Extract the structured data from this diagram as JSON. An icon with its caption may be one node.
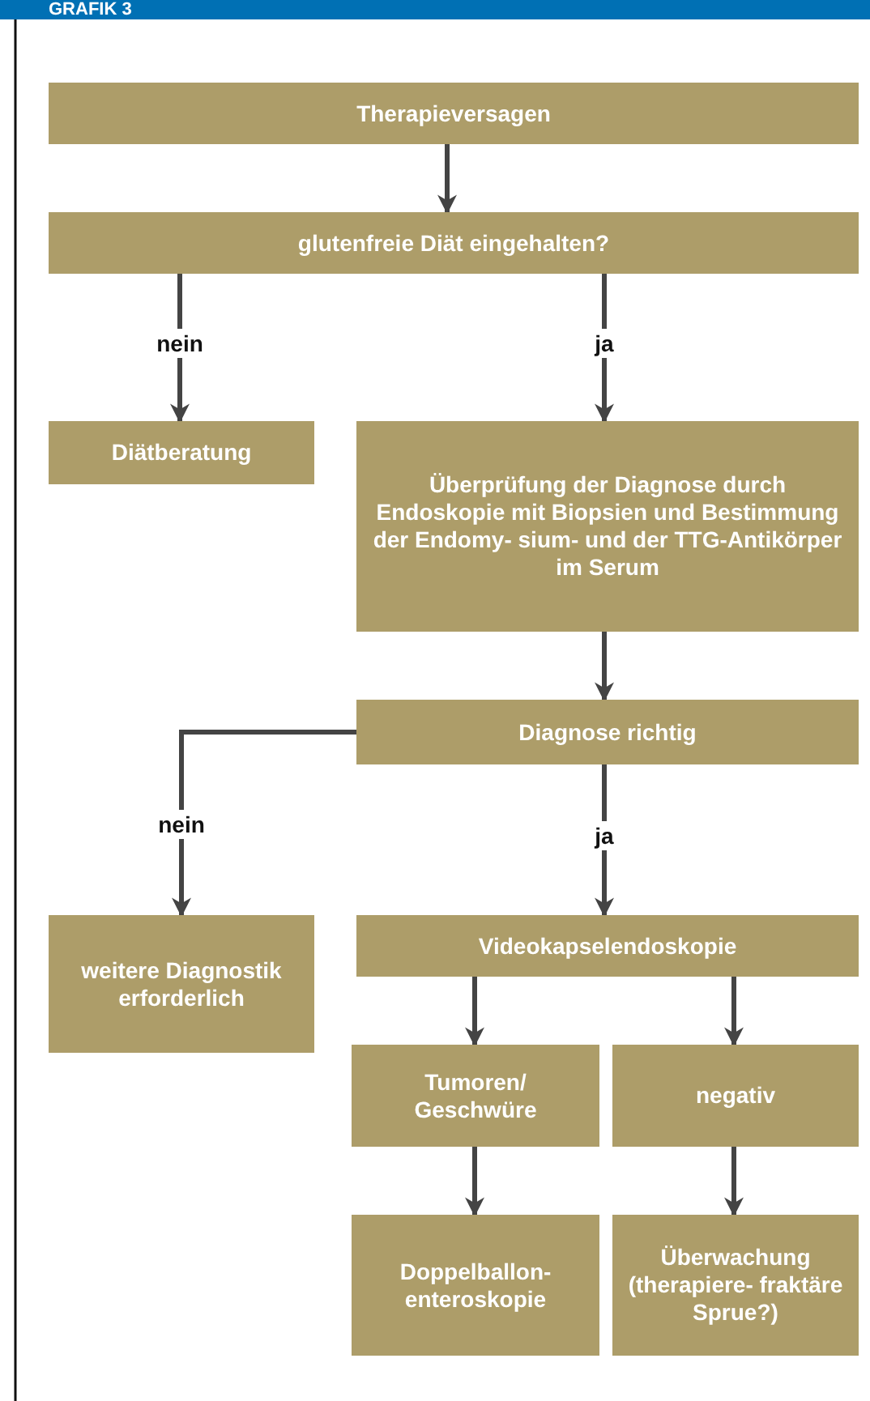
{
  "diagram": {
    "title": "GRAFIK 3",
    "nodes": [
      {
        "text": [
          "Therapieversagen"
        ]
      },
      {
        "text": [
          "glutenfreie Diät eingehalten?"
        ]
      },
      {
        "text": [
          "Diätberatung"
        ]
      },
      {
        "text": [
          "Überprüfung der Diagnose durch Endoskopie mit Biopsien und Bestimmung der Endomy- sium- und der TTG-Antikörper im Serum"
        ]
      },
      {
        "text": [
          "Diagnose richtig"
        ]
      },
      {
        "text": [
          "weitere Diagnostik erforderlich"
        ]
      },
      {
        "text": [
          "Videokapselendoskopie"
        ]
      },
      {
        "text": [
          "Tumoren/ Geschwüre"
        ]
      },
      {
        "text": [
          "negativ"
        ]
      },
      {
        "text": [
          "Doppelballon- enteroskopie"
        ]
      },
      {
        "text": [
          "Überwachung (therapiere- fraktäre Sprue?)"
        ]
      }
    ],
    "edges": [
      {
        "from": 0,
        "to": 1,
        "arrow": "to"
      },
      {
        "from": 1,
        "to": 2,
        "arrow": "to",
        "label": "nein"
      },
      {
        "from": 1,
        "to": 3,
        "arrow": "to",
        "label": "ja"
      },
      {
        "from": 3,
        "to": 4,
        "arrow": "to"
      },
      {
        "from": 4,
        "to": 5,
        "arrow": "to",
        "label": "nein"
      },
      {
        "from": 4,
        "to": 6,
        "arrow": "to",
        "label": "ja"
      },
      {
        "from": 6,
        "to": 7,
        "arrow": "to"
      },
      {
        "from": 6,
        "to": 8,
        "arrow": "to"
      },
      {
        "from": 7,
        "to": 9,
        "arrow": "to"
      },
      {
        "from": 8,
        "to": 10,
        "arrow": "to"
      }
    ]
  }
}
